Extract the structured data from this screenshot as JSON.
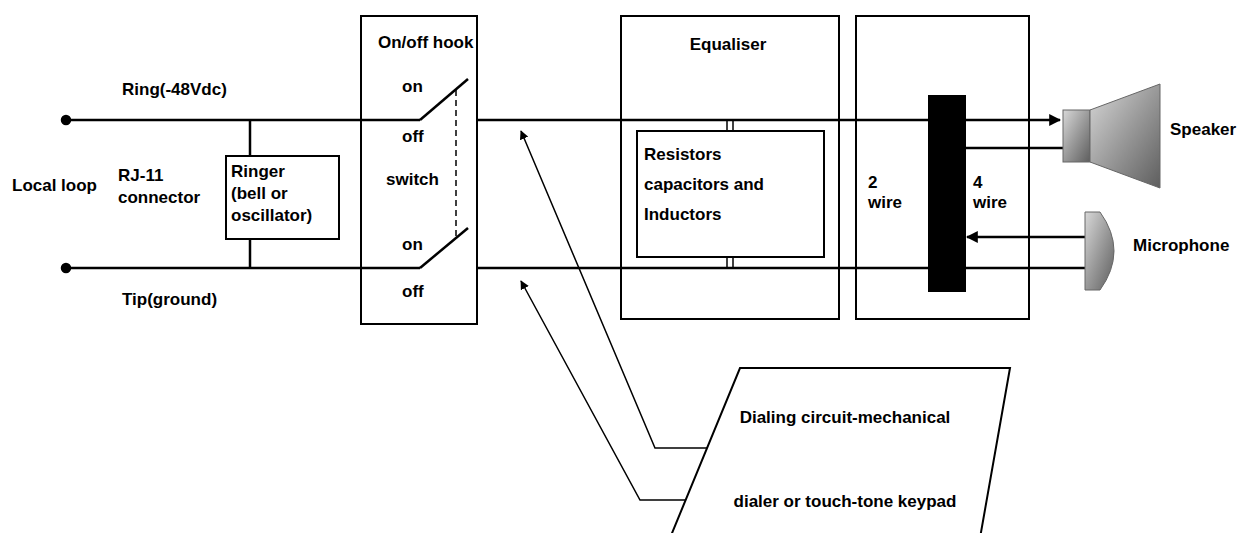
{
  "diagram": {
    "nodes": [
      {
        "text": [
          "Ringer (bell or oscillator)"
        ]
      },
      {
        "text": [
          "On/off hook",
          "on",
          "off",
          "switch",
          "on",
          "off"
        ]
      },
      {
        "text": [
          "Equaliser"
        ]
      },
      {
        "text": [
          "Resistors capacitors and Inductors"
        ],
        "in": 2
      },
      {
        "text": [
          "2 wire",
          "4 wire"
        ]
      },
      {
        "text": [
          "Dialing circuit-mechanical dialer or touch-tone keypad"
        ]
      }
    ],
    "edges": [
      {
        "from": 1,
        "to": 2,
        "arrow": "none"
      },
      {
        "from": 1,
        "to": 2,
        "arrow": "none"
      },
      {
        "from": 2,
        "to": 4,
        "arrow": "none"
      },
      {
        "from": 2,
        "to": 4,
        "arrow": "none"
      }
    ],
    "labels": [
      "Ring(-48Vdc)",
      "Local loop",
      "RJ-11 connector",
      "Tip(ground)",
      "Speaker",
      "Microphone"
    ]
  }
}
